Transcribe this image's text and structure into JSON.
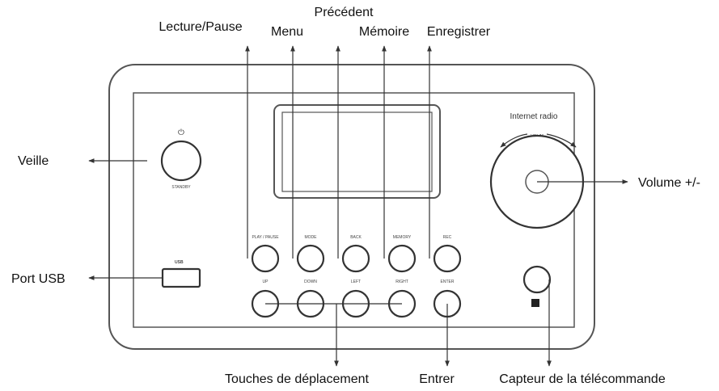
{
  "callouts": {
    "play_pause": "Lecture/Pause",
    "menu": "Menu",
    "previous": "Précédent",
    "memory": "Mémoire",
    "record": "Enregistrer",
    "standby": "Veille",
    "volume": "Volume +/-",
    "usb_port": "Port USB",
    "navigation_keys": "Touches de déplacement",
    "enter": "Entrer",
    "remote_sensor": "Capteur de la télécommande"
  },
  "device": {
    "title": "Internet radio",
    "volume_label": "VOL/M",
    "power_symbol": "⏻",
    "power_caption": "STANDBY",
    "usb_logo": "USB",
    "buttons_top": [
      "PLAY / PAUSE",
      "MODE",
      "BACK",
      "MEMORY",
      "REC"
    ],
    "buttons_bottom": [
      "UP",
      "DOWN",
      "LEFT",
      "RIGHT",
      "ENTER"
    ]
  }
}
